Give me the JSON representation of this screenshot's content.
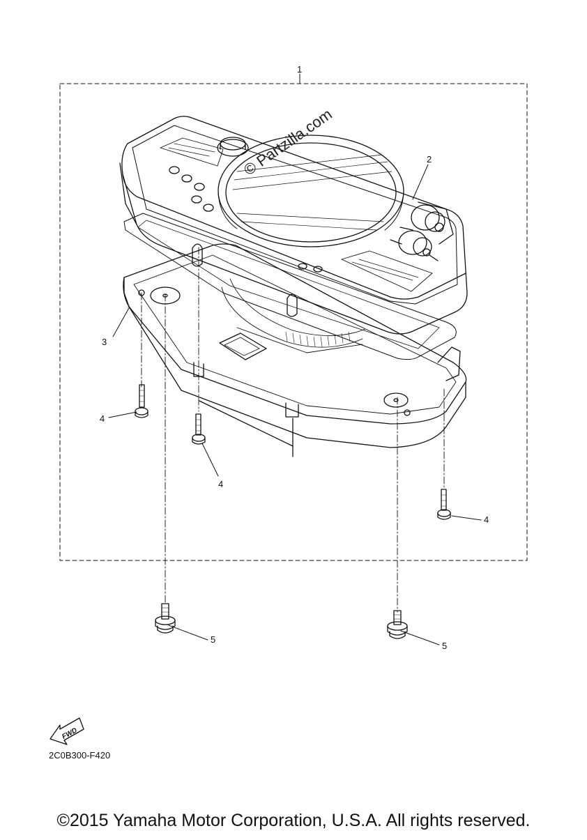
{
  "callouts": [
    "1",
    "2",
    "3",
    "4",
    "4",
    "4",
    "5",
    "5"
  ],
  "watermark": "© Partzilla.com",
  "fwd_label": "FWD",
  "drawing_code": "2C0B300-F420",
  "copyright": "©2015 Yamaha Motor Corporation, U.S.A. All rights reserved.",
  "colors": {
    "line": "#111111",
    "background": "#ffffff"
  }
}
